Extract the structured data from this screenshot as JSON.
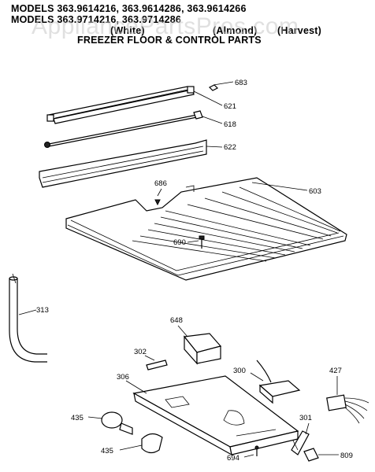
{
  "header": {
    "line1": "MODELS 363.9614216, 363.9614286, 363.9614266",
    "line2": "MODELS 363.9714216, 363.9714286",
    "line3_left": "(White)",
    "line3_mid": "(Almond)",
    "line3_right": "(Harvest)",
    "title": "FREEZER FLOOR & CONTROL PARTS"
  },
  "watermark": "AppliancePartsPros.com",
  "parts": {
    "p683": "683",
    "p621": "621",
    "p618": "618",
    "p622": "622",
    "p686": "686",
    "p603": "603",
    "p690": "690",
    "p313": "313",
    "p648": "648",
    "p302": "302",
    "p306": "306",
    "p300": "300",
    "p427": "427",
    "p435a": "435",
    "p435b": "435",
    "p301": "301",
    "p694": "694",
    "p809": "809"
  }
}
